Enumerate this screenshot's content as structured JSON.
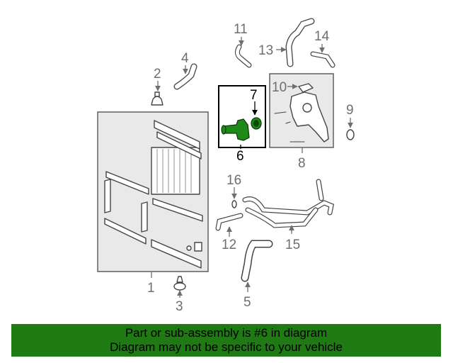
{
  "callouts": {
    "c1": "1",
    "c2": "2",
    "c3": "3",
    "c4": "4",
    "c5": "5",
    "c6": "6",
    "c7": "7",
    "c8": "8",
    "c9": "9",
    "c10": "10",
    "c11": "11",
    "c12": "12",
    "c13": "13",
    "c14": "14",
    "c15": "15",
    "c16": "16"
  },
  "highlight": {
    "part_number": "6",
    "color": "#1f8a1a"
  },
  "banner": {
    "line1": "Part or sub-assembly is #6 in diagram",
    "line2": "Diagram may not be specific to your vehicle",
    "background": "#1f7a14"
  }
}
